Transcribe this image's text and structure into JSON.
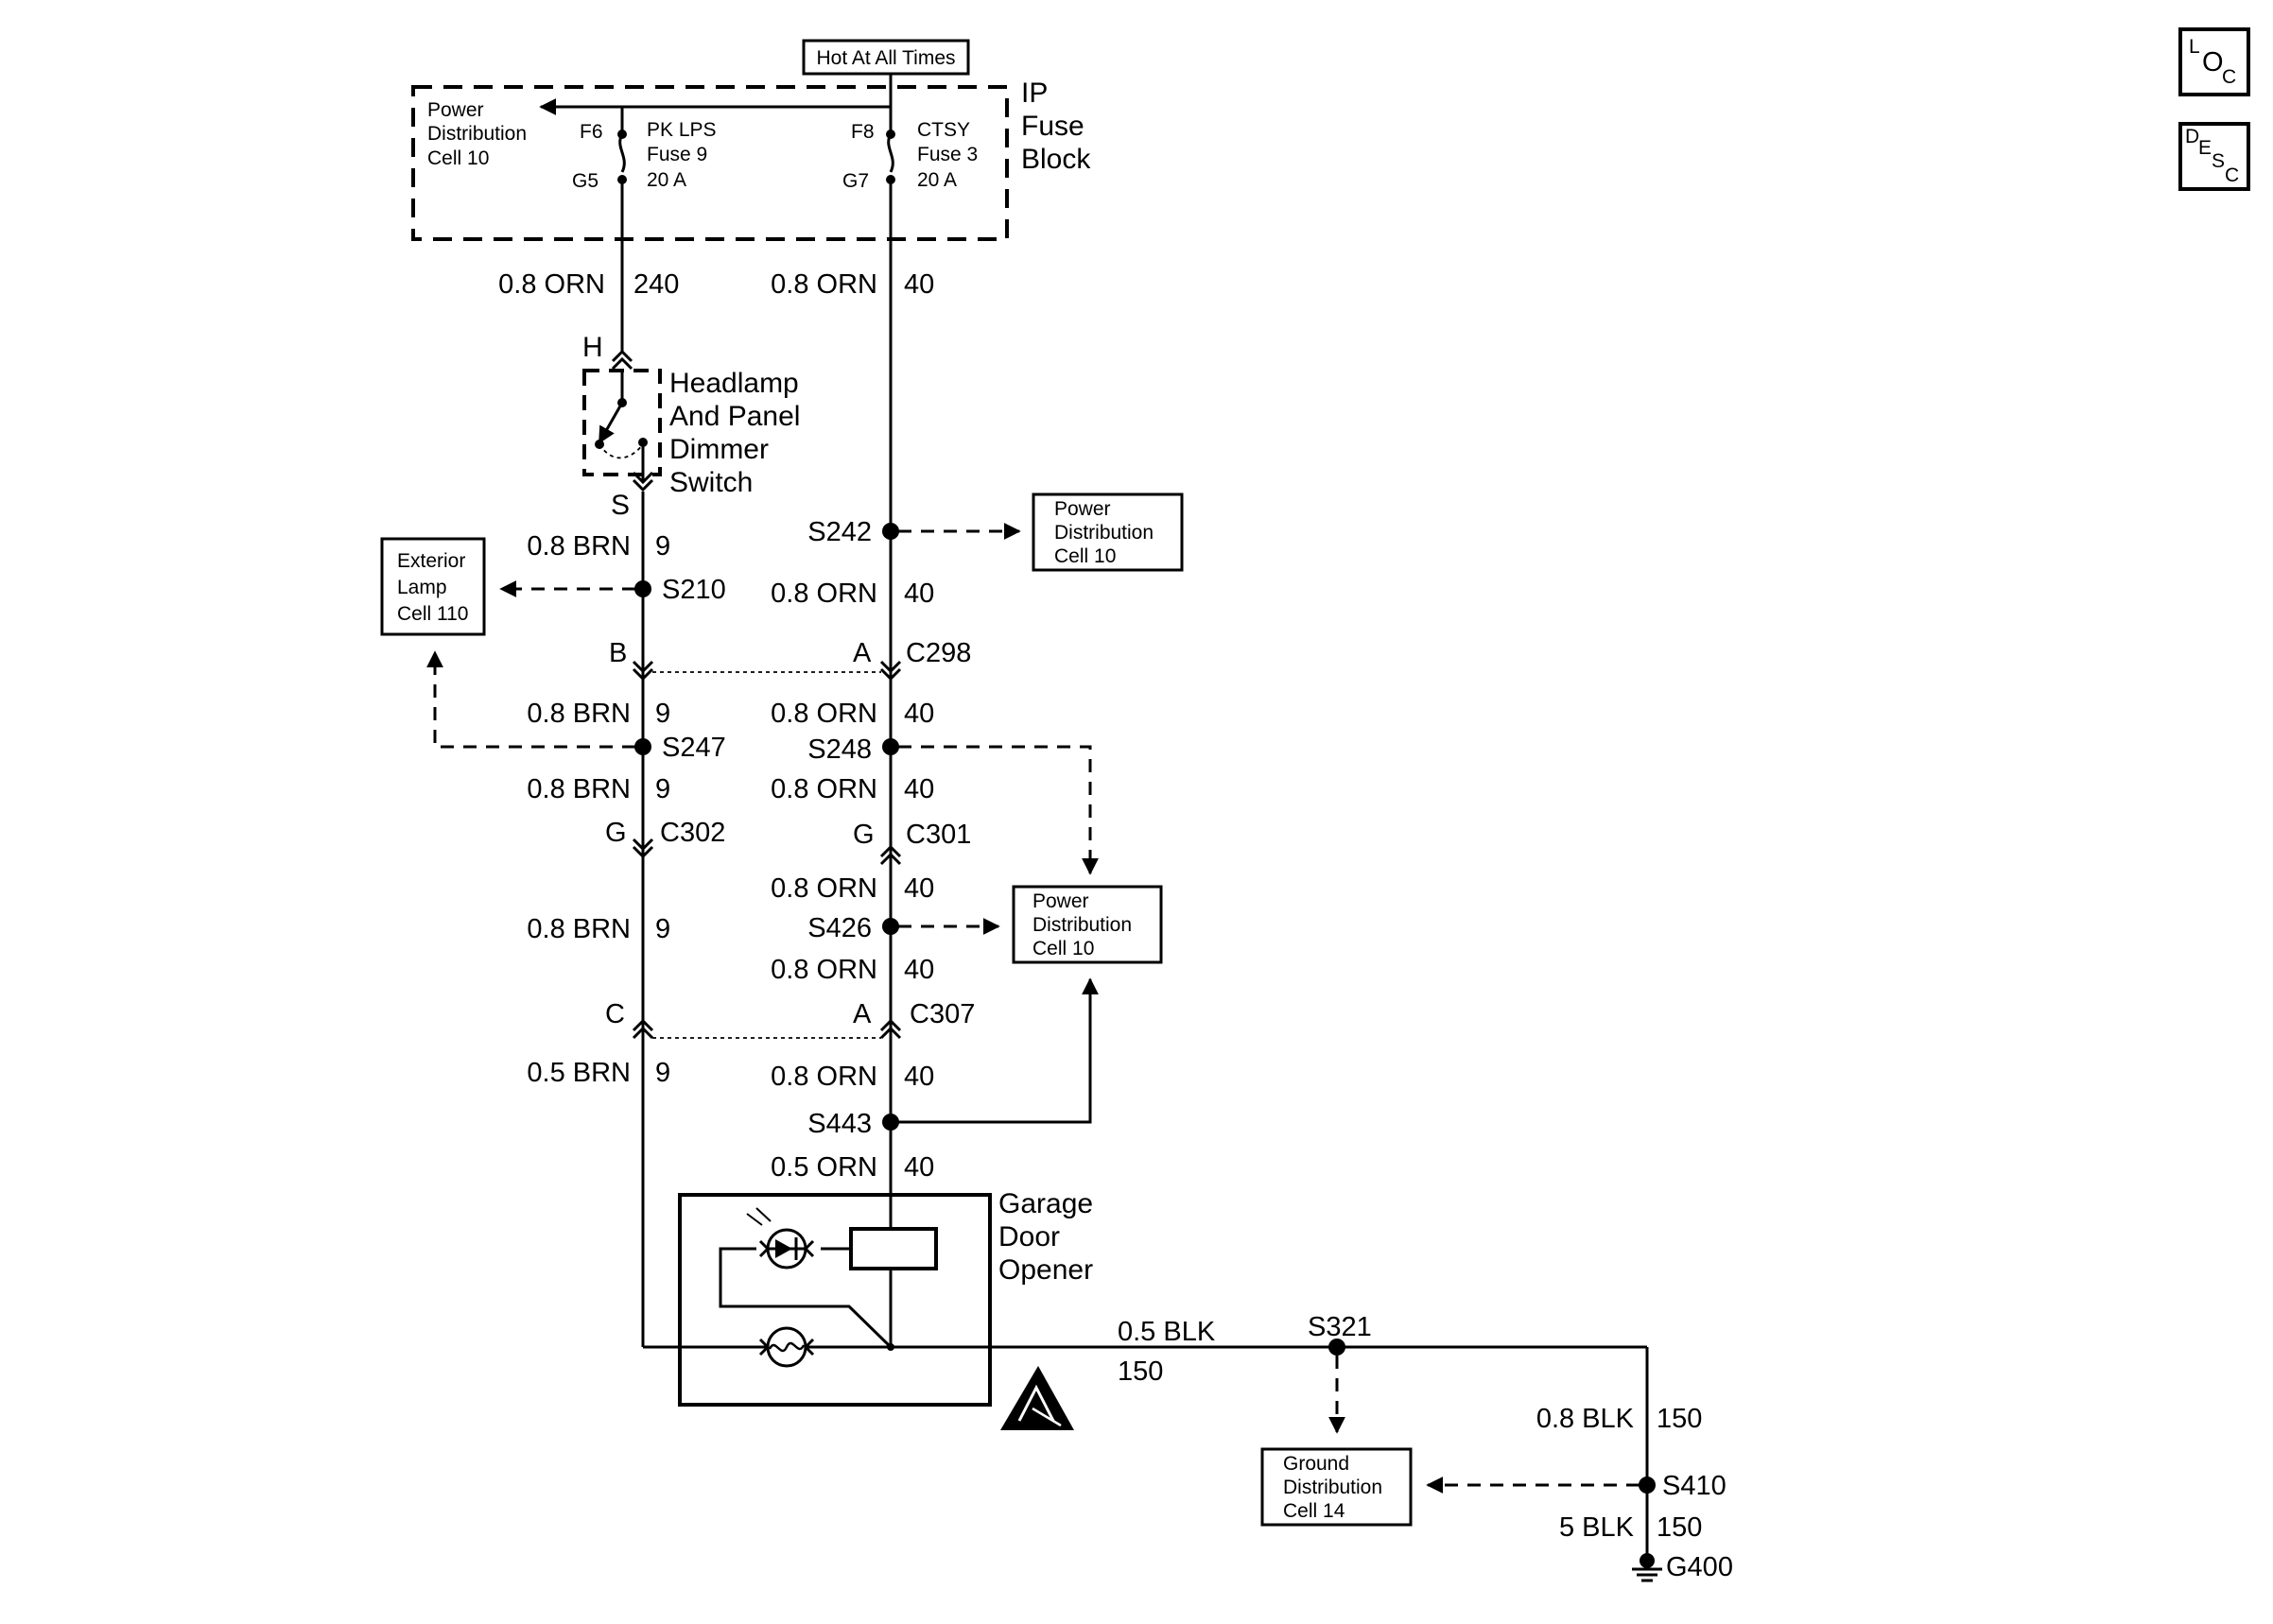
{
  "fuse_block": {
    "hot_label": "Hot At All Times",
    "name": [
      "IP",
      "Fuse",
      "Block"
    ],
    "pdc_left": [
      "Power",
      "Distribution",
      "Cell 10"
    ],
    "fuse_left": {
      "top_pin": "F6",
      "bottom_pin": "G5",
      "lines": [
        "PK LPS",
        "Fuse 9",
        "20 A"
      ]
    },
    "fuse_right": {
      "top_pin": "F8",
      "bottom_pin": "G7",
      "lines": [
        "CTSY",
        "Fuse 3",
        "20 A"
      ]
    }
  },
  "wires": {
    "w_240": {
      "gauge": "0.8 ORN",
      "circuit": "240"
    },
    "w_40_top": {
      "gauge": "0.8 ORN",
      "circuit": "40"
    },
    "w_9_a": {
      "gauge": "0.8 BRN",
      "circuit": "9"
    },
    "w_40_a": {
      "gauge": "0.8 ORN",
      "circuit": "40"
    },
    "w_9_b": {
      "gauge": "0.8 BRN",
      "circuit": "9"
    },
    "w_40_b": {
      "gauge": "0.8 ORN",
      "circuit": "40"
    },
    "w_9_c": {
      "gauge": "0.8 BRN",
      "circuit": "9"
    },
    "w_40_c": {
      "gauge": "0.8 ORN",
      "circuit": "40"
    },
    "w_40_d": {
      "gauge": "0.8 ORN",
      "circuit": "40"
    },
    "w_9_d": {
      "gauge": "0.8 BRN",
      "circuit": "9"
    },
    "w_40_e": {
      "gauge": "0.8 ORN",
      "circuit": "40"
    },
    "w_9_e": {
      "gauge": "0.5 BRN",
      "circuit": "9"
    },
    "w_40_f": {
      "gauge": "0.8 ORN",
      "circuit": "40"
    },
    "w_40_g": {
      "gauge": "0.5 ORN",
      "circuit": "40"
    },
    "w_150_a": {
      "gauge": "0.5 BLK",
      "circuit": "150"
    },
    "w_150_b": {
      "gauge": "0.8 BLK",
      "circuit": "150"
    },
    "w_150_c": {
      "gauge": "5 BLK",
      "circuit": "150"
    }
  },
  "connectors": {
    "h": "H",
    "s": "S",
    "c298": "C298",
    "c298_b": "B",
    "c298_a": "A",
    "c302": "C302",
    "c302_pin": "G",
    "c301": "C301",
    "c301_pin": "G",
    "c307": "C307",
    "c307_c": "C",
    "c307_a": "A"
  },
  "splices": {
    "s242": "S242",
    "s210": "S210",
    "s247": "S247",
    "s248": "S248",
    "s426": "S426",
    "s443": "S443",
    "s321": "S321",
    "s410": "S410"
  },
  "ground": "G400",
  "components": {
    "dimmer": [
      "Headlamp",
      "And Panel",
      "Dimmer",
      "Switch"
    ],
    "garage": [
      "Garage",
      "Door",
      "Opener"
    ],
    "exterior_lamp": [
      "Exterior",
      "Lamp",
      "Cell 110"
    ],
    "pdc_s242": [
      "Power",
      "Distribution",
      "Cell 10"
    ],
    "pdc_s426": [
      "Power",
      "Distribution",
      "Cell 10"
    ],
    "ground_dist": [
      "Ground",
      "Distribution",
      "Cell 14"
    ]
  },
  "nav": {
    "loc": [
      "L",
      "O",
      "C"
    ],
    "desc": [
      "D",
      "E",
      "S",
      "C"
    ]
  }
}
